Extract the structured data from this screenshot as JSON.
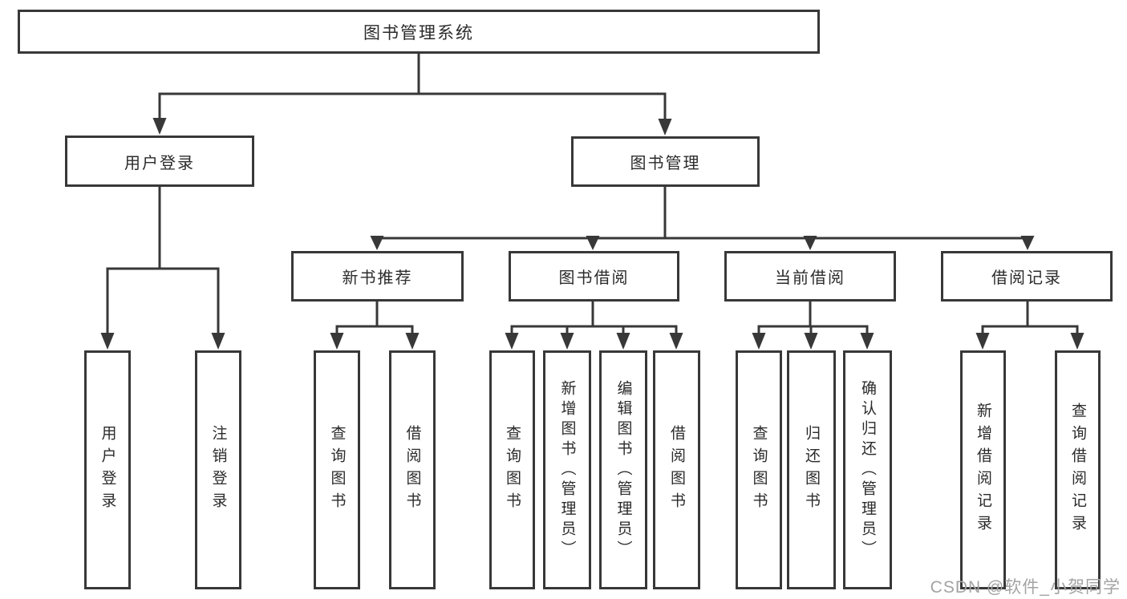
{
  "diagram": {
    "type": "tree",
    "colors": {
      "line": "#383838",
      "box_border": "#383838",
      "text": "#2b2b2b",
      "background": "#ffffff",
      "watermark": "#a3a3a3"
    },
    "root": {
      "label": "图书管理系统",
      "children": [
        {
          "label": "用户登录",
          "children": [
            {
              "label": "用户登录"
            },
            {
              "label": "注销登录"
            }
          ]
        },
        {
          "label": "图书管理",
          "children": [
            {
              "label": "新书推荐",
              "children": [
                {
                  "label": "查询图书"
                },
                {
                  "label": "借阅图书"
                }
              ]
            },
            {
              "label": "图书借阅",
              "children": [
                {
                  "label": "查询图书"
                },
                {
                  "label": "新增图书（管理员）"
                },
                {
                  "label": "编辑图书（管理员）"
                },
                {
                  "label": "借阅图书"
                }
              ]
            },
            {
              "label": "当前借阅",
              "children": [
                {
                  "label": "查询图书"
                },
                {
                  "label": "归还图书"
                },
                {
                  "label": "确认归还（管理员）"
                }
              ]
            },
            {
              "label": "借阅记录",
              "children": [
                {
                  "label": "新增借阅记录"
                },
                {
                  "label": "查询借阅记录"
                }
              ]
            }
          ]
        }
      ]
    },
    "watermark": "CSDN @软件_小贺同学"
  }
}
